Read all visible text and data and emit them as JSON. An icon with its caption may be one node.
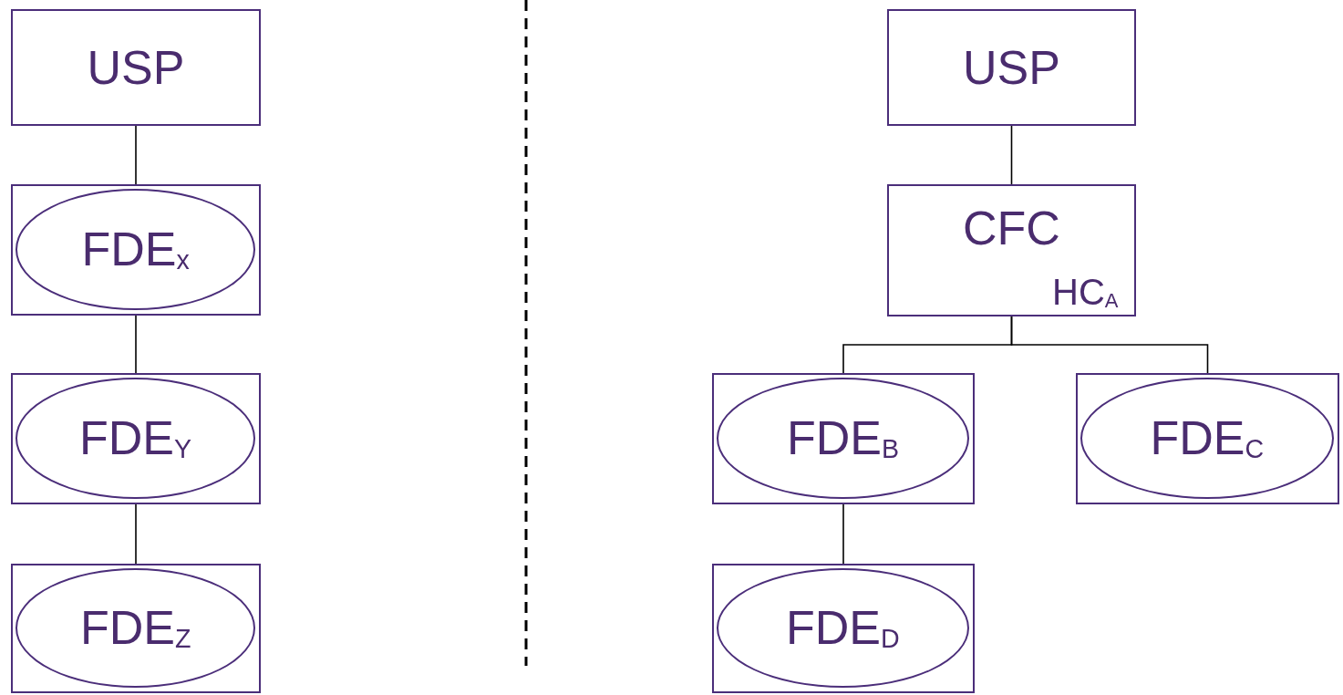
{
  "diagram": {
    "nodes": [
      {
        "text": [
          "USP"
        ]
      },
      {
        "text": [],
        "shape": "box"
      },
      {
        "text": [
          "FDE$_{x}$"
        ],
        "in": 1
      },
      {
        "text": [],
        "shape": "box"
      },
      {
        "text": [
          "FDE$_{Y}$"
        ],
        "in": 3
      },
      {
        "text": [],
        "shape": "box"
      },
      {
        "text": [
          "FDE$_{Z}$"
        ],
        "in": 5
      },
      {
        "text": [
          "USP"
        ]
      },
      {
        "text": [
          "CFC",
          "HC$_{A}$"
        ]
      },
      {
        "text": [],
        "shape": "box"
      },
      {
        "text": [
          "FDE$_{B}$"
        ],
        "in": 9
      },
      {
        "text": [],
        "shape": "box"
      },
      {
        "text": [
          "FDE$_{C}$"
        ],
        "in": 11
      },
      {
        "text": [],
        "shape": "box"
      },
      {
        "text": [
          "FDE$_{D}$"
        ],
        "in": 13
      }
    ],
    "edges": [
      {
        "from": 0,
        "to": 1,
        "arrow": "none"
      },
      {
        "from": 1,
        "to": 3,
        "arrow": "none"
      },
      {
        "from": 3,
        "to": 5,
        "arrow": "none"
      },
      {
        "from": 7,
        "to": 8,
        "arrow": "none"
      },
      {
        "from": 8,
        "to": 9,
        "arrow": "none"
      },
      {
        "from": 8,
        "to": 11,
        "arrow": "none"
      },
      {
        "from": 9,
        "to": 13,
        "arrow": "none"
      }
    ]
  }
}
